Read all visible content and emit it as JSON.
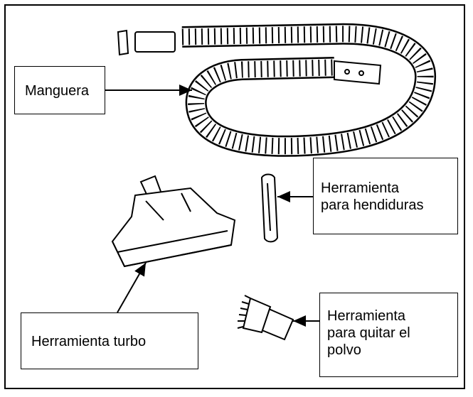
{
  "labels": {
    "hose": "Manguera",
    "crevice_tool": "Herramienta\npara hendiduras",
    "turbo_tool": "Herramienta turbo",
    "dusting_brush": "Herramienta\npara quitar el\npolvo"
  }
}
